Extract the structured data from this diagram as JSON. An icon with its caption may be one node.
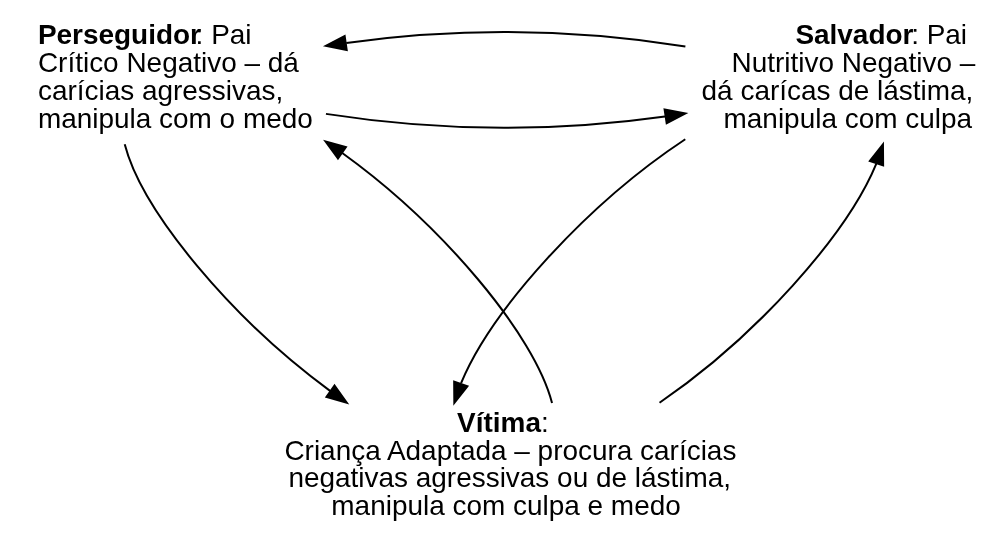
{
  "diagram": {
    "nodes": [
      {
        "text": [
          "**Perseguidor**: Pai Crítico Negativo – dá carícias agressivas, manipula com o medo"
        ]
      },
      {
        "text": [
          "**Salvador**: Pai Nutritivo Negativo – dá carícas de lástima, manipula com culpa"
        ]
      },
      {
        "text": [
          "**Vítima**:",
          "Criança Adaptada – procura carícias negativas agressivas ou de lástima, manipula com culpa e medo"
        ]
      }
    ],
    "edges": [
      {
        "from": 0,
        "to": 1,
        "arrow": "to"
      },
      {
        "from": 1,
        "to": 2,
        "arrow": "to"
      },
      {
        "from": 2,
        "to": 0,
        "arrow": "to"
      },
      {
        "from": 1,
        "to": 0,
        "arrow": "to"
      },
      {
        "from": 0,
        "to": 2,
        "arrow": "to"
      },
      {
        "from": 2,
        "to": 1,
        "arrow": "to"
      }
    ]
  }
}
